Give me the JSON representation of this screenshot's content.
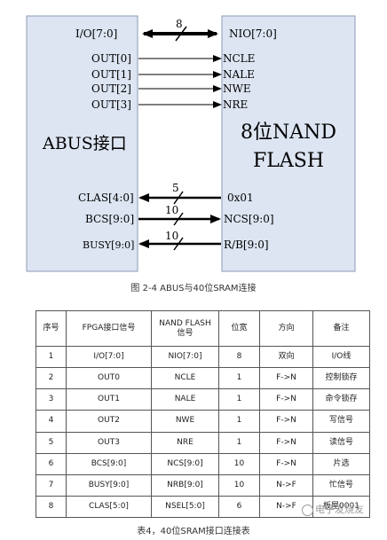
{
  "figure": {
    "caption": "图 2-4  ABUS与40位SRAM连接",
    "abus_block": {
      "title": "ABUS接口"
    },
    "nand_block": {
      "title_line1": "8位NAND",
      "title_line2": "FLASH"
    },
    "bus_width_labels": {
      "io": "8",
      "clas": "5",
      "bcs": "10",
      "busy": "10"
    },
    "signals": {
      "io_left": "I/O[7:0]",
      "io_right": "NIO[7:0]",
      "out0": "OUT[0]",
      "ncle": "NCLE",
      "out1": "OUT[1]",
      "nale": "NALE",
      "out2": "OUT[2]",
      "nwe": "NWE",
      "out3": "OUT[3]",
      "nre": "NRE",
      "clas": "CLAS[4:0]",
      "const": "0x01",
      "bcs": "BCS[9:0]",
      "ncs": "NCS[9:0]",
      "busy": "BUSY[9:0]",
      "rb": "R/B[9:0]"
    }
  },
  "table": {
    "headers": [
      "序号",
      "FPGA接口信号",
      "NAND FLASH\n信号",
      "位宽",
      "方向",
      "备注"
    ],
    "rows": [
      [
        "1",
        "I/O[7:0]",
        "NIO[7:0]",
        "8",
        "双向",
        "I/O线"
      ],
      [
        "2",
        "OUT0",
        "NCLE",
        "1",
        "F->N",
        "控制锁存"
      ],
      [
        "3",
        "OUT1",
        "NALE",
        "1",
        "F->N",
        "命令锁存"
      ],
      [
        "4",
        "OUT2",
        "NWE",
        "1",
        "F->N",
        "写信号"
      ],
      [
        "5",
        "OUT3",
        "NRE",
        "1",
        "F->N",
        "读信号"
      ],
      [
        "6",
        "BCS[9:0]",
        "NCS[9:0]",
        "10",
        "F->N",
        "片选"
      ],
      [
        "7",
        "BUSY[9:0]",
        "NRB[9:0]",
        "10",
        "N->F",
        "忙信号"
      ],
      [
        "8",
        "CLAS[5:0]",
        "NSEL[5:0]",
        "6",
        "N->F",
        "板屋0001"
      ]
    ],
    "caption": "表4，40位SRAM接口连接表"
  },
  "watermark": {
    "text": "电子发烧友",
    "url": "www.elecfans.com"
  },
  "colors": {
    "block_fill": "#dde5f2",
    "block_border": "#8a9bb5",
    "line": "#000000",
    "table_border": "#555555"
  }
}
